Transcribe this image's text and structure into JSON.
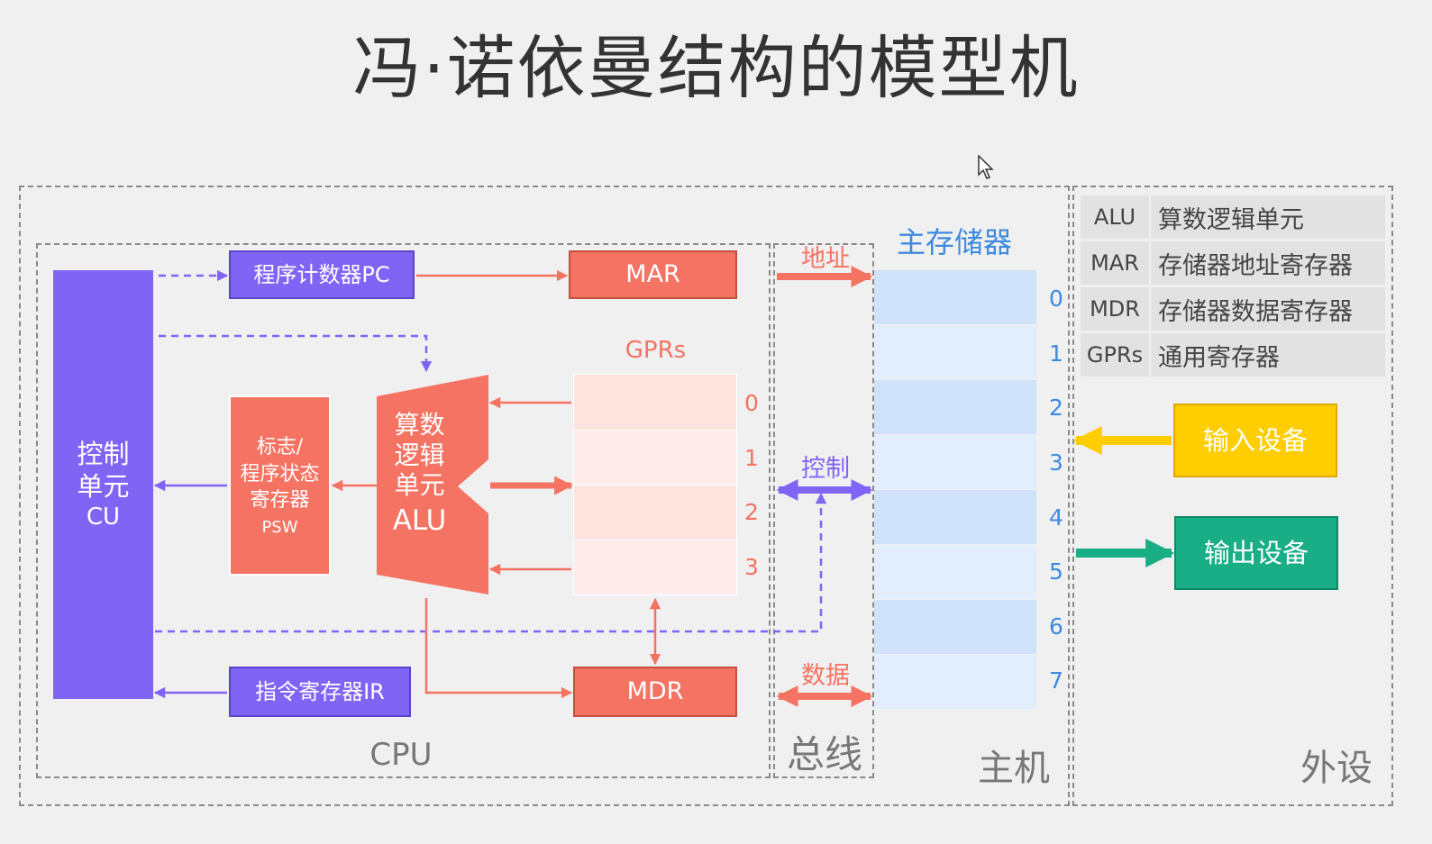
{
  "title": "冯·诺依曼结构的模型机",
  "colors": {
    "purple": "#8065f5",
    "red": "#f57363",
    "gpr_light": "#fde3de",
    "gpr_lighter": "#fdecea",
    "mem_dark": "#cfe2fa",
    "mem_light": "#e3eefc",
    "input_device": "#fece00",
    "output_device": "#1aae86",
    "dashed_border": "#8a8a8a"
  },
  "cpu": {
    "label": "CPU",
    "cu": {
      "line1": "控制",
      "line2": "单元",
      "line3": "CU"
    },
    "pc": "程序计数器PC",
    "ir": "指令寄存器IR",
    "mar": "MAR",
    "mdr": "MDR",
    "psw": {
      "line1": "标志/",
      "line2": "程序状态",
      "line3": "寄存器",
      "line4": "PSW"
    },
    "alu": {
      "line1": "算数",
      "line2": "逻辑",
      "line3": "单元",
      "line4": "ALU"
    },
    "gprs": {
      "title": "GPRs",
      "indices": [
        "0",
        "1",
        "2",
        "3"
      ]
    }
  },
  "bus": {
    "label": "总线",
    "address": "地址",
    "control": "控制",
    "data": "数据"
  },
  "host": {
    "label": "主机",
    "memory": {
      "title": "主存储器",
      "indices": [
        "0",
        "1",
        "2",
        "3",
        "4",
        "5",
        "6",
        "7"
      ]
    }
  },
  "peripherals": {
    "label": "外设",
    "input": "输入设备",
    "output": "输出设备"
  },
  "legend": [
    {
      "abbr": "ALU",
      "desc": "算数逻辑单元"
    },
    {
      "abbr": "MAR",
      "desc": "存储器地址寄存器"
    },
    {
      "abbr": "MDR",
      "desc": "存储器数据寄存器"
    },
    {
      "abbr": "GPRs",
      "desc": "通用寄存器"
    }
  ]
}
